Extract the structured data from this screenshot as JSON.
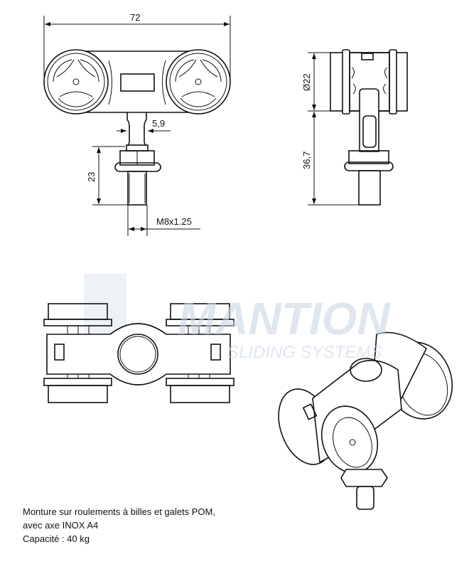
{
  "watermark": {
    "brand": "MANTION",
    "tagline": "SLIDING SYSTEMS"
  },
  "front_view": {
    "width_dim": "72",
    "stem_dim": "5,9",
    "bolt_len_dim": "23",
    "thread_dim": "M8x1.25"
  },
  "side_view": {
    "wheel_dia_dim": "Ø22",
    "height_dim": "36,7"
  },
  "description": {
    "line1": "Monture sur roulements à billes et galets POM,",
    "line2": "avec axe INOX A4",
    "line3": "Capacité : 40 kg"
  }
}
